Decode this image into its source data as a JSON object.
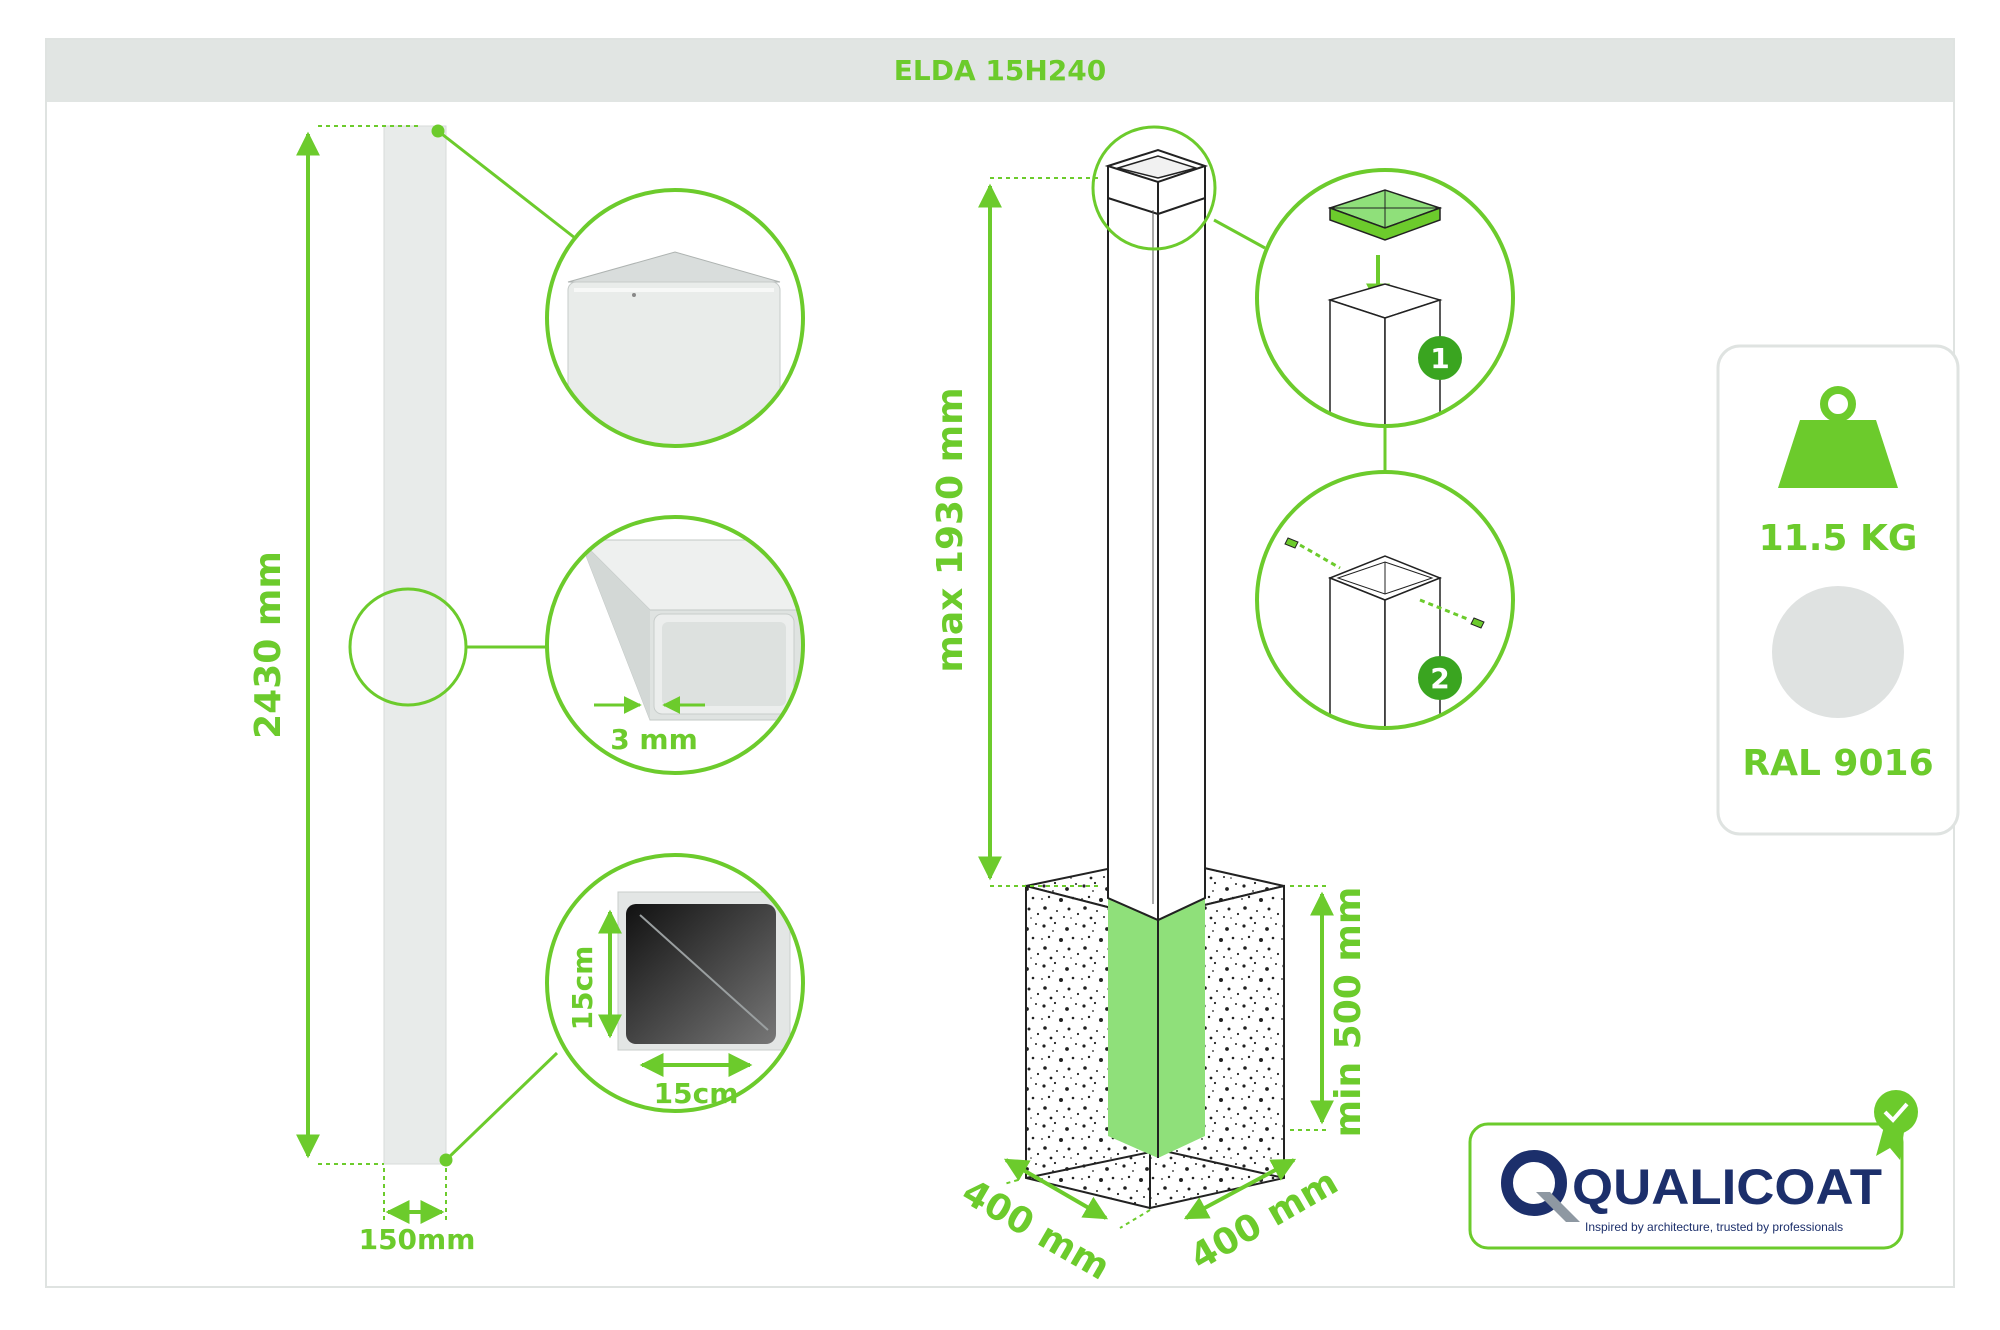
{
  "header": {
    "title": "ELDA 15H240"
  },
  "dimensions": {
    "total_height": "2430 mm",
    "post_width": "150mm",
    "wall_thickness": "3 mm",
    "section_height": "15cm",
    "section_width": "15cm",
    "above_ground": "max 1930 mm",
    "foundation_depth": "min 500 mm",
    "foundation_width_left": "400 mm",
    "foundation_width_right": "400 mm"
  },
  "steps": {
    "step1": "1",
    "step2": "2"
  },
  "specs": {
    "weight": "11.5 KG",
    "color_name": "RAL 9016",
    "color_swatch": "#dfe2e1"
  },
  "brand": {
    "name": "QUALICOAT",
    "tagline": "Inspired by architecture, trusted by professionals"
  },
  "colors": {
    "accent": "#6ccb2c",
    "fill_green": "#8fe07a",
    "dark_navy": "#1c2f6b"
  }
}
